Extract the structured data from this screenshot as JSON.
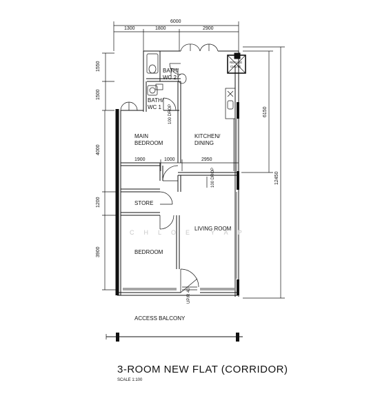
{
  "plan": {
    "title": "3-ROOM NEW FLAT (CORRIDOR)",
    "scale": "SCALE  1:100",
    "watermark": "CHLOE YAP",
    "rooms": {
      "bath2_line1": "BATH/",
      "bath2_line2": "WC 2",
      "bath1_line1": "BATH/",
      "bath1_line2": "WC 1",
      "main_bedroom_line1": "MAIN",
      "main_bedroom_line2": "BEDROOM",
      "kitchen_line1": "KITCHEN/",
      "kitchen_line2": "DINING",
      "store": "STORE",
      "living_room": "LIVING ROOM",
      "bedroom": "BEDROOM",
      "access_balcony": "ACCESS  BALCONY",
      "refuse_chute_line1": "REFUSE",
      "refuse_chute_line2": "CHUTE"
    },
    "notes": {
      "drop_bath": "100 DROP",
      "drop_living": "100 DROP",
      "upper_level": "UP/R 40"
    },
    "dimensions": {
      "overall_width": "6000",
      "top_1": "1300",
      "top_2": "1800",
      "top_3": "2900",
      "mid_1": "1900",
      "mid_2": "1000",
      "mid_3": "2950",
      "left_1": "1550",
      "left_2": "1500",
      "left_3": "4000",
      "left_4": "1200",
      "left_5": "3900",
      "right_1": "6150",
      "right_overall": "12450"
    }
  }
}
